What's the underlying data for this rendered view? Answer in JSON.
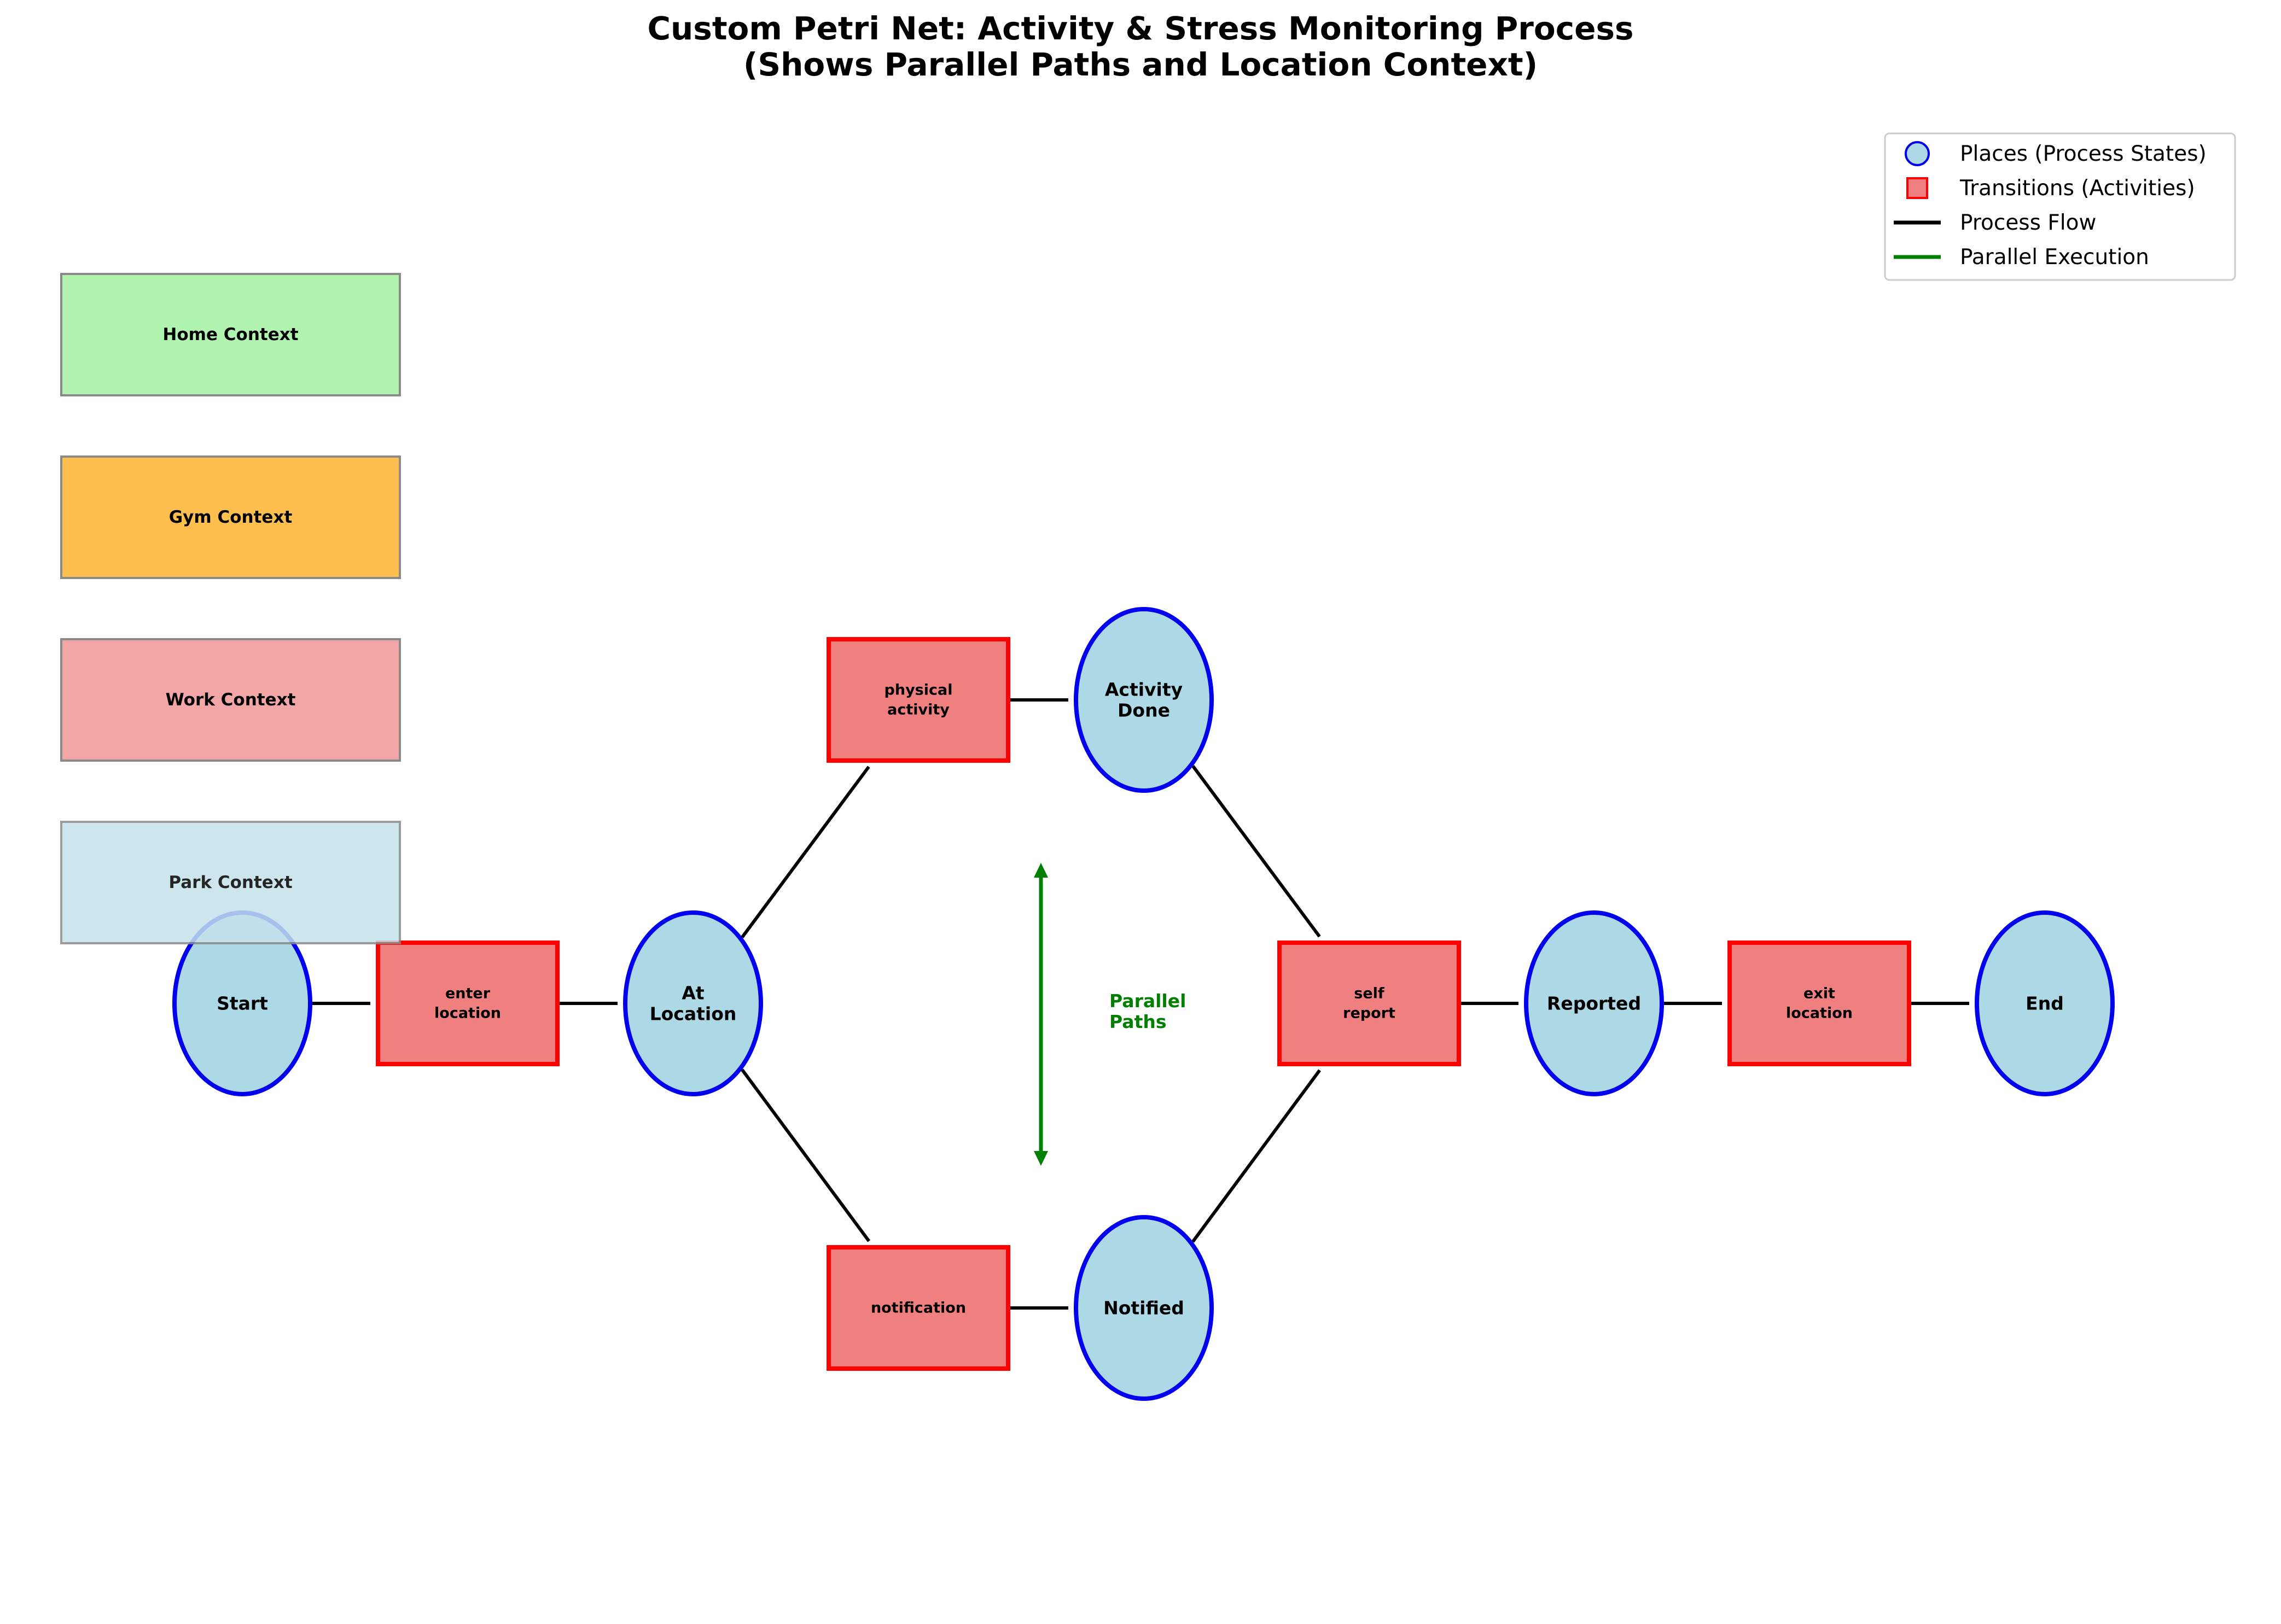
{
  "title": {
    "line1": "Custom Petri Net: Activity & Stress Monitoring Process",
    "line2": "(Shows Parallel Paths and Location Context)"
  },
  "contexts": [
    {
      "id": "home",
      "label": "Home Context",
      "color": "#b0f4b0"
    },
    {
      "id": "gym",
      "label": "Gym Context",
      "color": "#ffbf4f"
    },
    {
      "id": "work",
      "label": "Work Context",
      "color": "#f2a6a6"
    },
    {
      "id": "park",
      "label": "Park Context",
      "color": "#c5e2ec"
    }
  ],
  "places": [
    {
      "id": "start",
      "lines": [
        "Start"
      ]
    },
    {
      "id": "at-location",
      "lines": [
        "At",
        "Location"
      ]
    },
    {
      "id": "activity-done",
      "lines": [
        "Activity",
        "Done"
      ]
    },
    {
      "id": "notified",
      "lines": [
        "Notified"
      ]
    },
    {
      "id": "reported",
      "lines": [
        "Reported"
      ]
    },
    {
      "id": "end",
      "lines": [
        "End"
      ]
    }
  ],
  "transitions": [
    {
      "id": "enter-location",
      "lines": [
        "enter",
        "location"
      ]
    },
    {
      "id": "physical-activity",
      "lines": [
        "physical",
        "activity"
      ]
    },
    {
      "id": "notification",
      "lines": [
        "notification"
      ]
    },
    {
      "id": "self-report",
      "lines": [
        "self",
        "report"
      ]
    },
    {
      "id": "exit-location",
      "lines": [
        "exit",
        "location"
      ]
    }
  ],
  "arcs": [
    {
      "from": "start",
      "to": "enter-location"
    },
    {
      "from": "enter-location",
      "to": "at-location"
    },
    {
      "from": "at-location",
      "to": "physical-activity"
    },
    {
      "from": "at-location",
      "to": "notification"
    },
    {
      "from": "physical-activity",
      "to": "activity-done"
    },
    {
      "from": "notification",
      "to": "notified"
    },
    {
      "from": "activity-done",
      "to": "self-report"
    },
    {
      "from": "notified",
      "to": "self-report"
    },
    {
      "from": "self-report",
      "to": "reported"
    },
    {
      "from": "reported",
      "to": "exit-location"
    },
    {
      "from": "exit-location",
      "to": "end"
    }
  ],
  "parallel": {
    "lines": [
      "Parallel",
      "Paths"
    ]
  },
  "legend": [
    {
      "id": "places",
      "label": "Places (Process States)",
      "marker": "circle"
    },
    {
      "id": "transitions",
      "label": "Transitions (Activities)",
      "marker": "square"
    },
    {
      "id": "process-flow",
      "label": "Process Flow",
      "marker": "line-black"
    },
    {
      "id": "parallel-execution",
      "label": "Parallel Execution",
      "marker": "line-green"
    }
  ],
  "colors": {
    "place_fill": "#add8e6",
    "place_stroke": "#0000ee",
    "transition_fill": "#f08080",
    "transition_stroke": "#ff0000",
    "arc": "#000000",
    "parallel": "#008000",
    "context_stroke": "#8a8a8a"
  }
}
